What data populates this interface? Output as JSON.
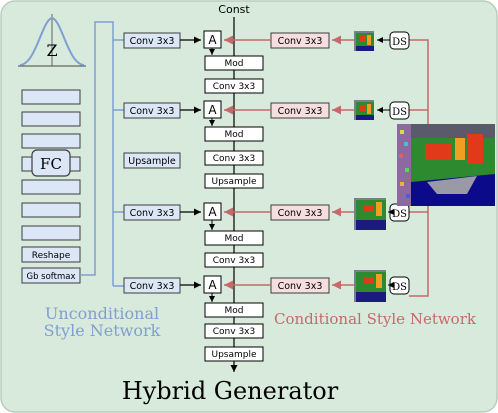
{
  "top_label": "Const",
  "title": "Hybrid Generator",
  "uncond": {
    "z_label": "Z",
    "fc_label": "FC",
    "reshape_label": "Reshape",
    "softmax_label": "Gb softmax",
    "network_label_line1": "Unconditional",
    "network_label_line2": "Style Network"
  },
  "generator": {
    "conv_label": "Conv 3x3",
    "a_label": "A",
    "mod_label": "Mod",
    "upsample_label": "Upsample"
  },
  "cond": {
    "conv_label": "Conv 3x3",
    "ds_label": "DS",
    "network_label": "Conditional Style Network"
  },
  "colors": {
    "background": "#d8eadb",
    "blue_box": "#dbe6f6",
    "blue_line": "#7f9fd0",
    "red_box": "#f6dede",
    "red_line": "#c46a6a",
    "uncond_text": "#7f9fd0",
    "cond_text": "#c46a6a"
  }
}
